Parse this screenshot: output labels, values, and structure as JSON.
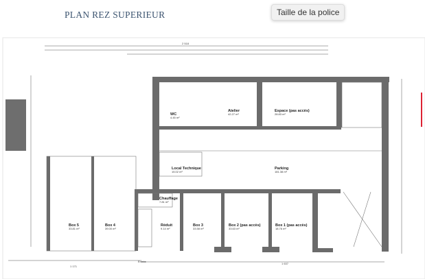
{
  "page": {
    "title": "PLAN REZ SUPERIEUR"
  },
  "tooltip": {
    "text": "Taille de la police"
  },
  "plan": {
    "dimensions": {
      "top_total": "2 518",
      "bottom_right": "1 637",
      "bottom_left": "1 171"
    },
    "entrance": "Entrée",
    "rooms": [
      {
        "name": "WC",
        "area": "4.45 m²"
      },
      {
        "name": "Atelier",
        "area": "42.27 m²"
      },
      {
        "name": "Espace (pas accès)",
        "area": "28.83 m²"
      },
      {
        "name": "Local Technique",
        "area": "15.02 m²"
      },
      {
        "name": "Parking",
        "area": "181.38 m²"
      },
      {
        "name": "Chauffage",
        "area": "7.81 m²"
      },
      {
        "name": "Réduit",
        "area": "9.14 m²"
      },
      {
        "name": "Box 5",
        "area": "33.81 m²"
      },
      {
        "name": "Box 4",
        "area": "39.00 m²"
      },
      {
        "name": "Box 3",
        "area": "33.58 m²"
      },
      {
        "name": "Box 2 (pas accès)",
        "area": "33.63 m²"
      },
      {
        "name": "Box 1 (pas accès)",
        "area": "18.76 m²"
      }
    ]
  },
  "colors": {
    "wall": "#6b6b6b",
    "title": "#3c5470",
    "marker": "#dd2233"
  }
}
